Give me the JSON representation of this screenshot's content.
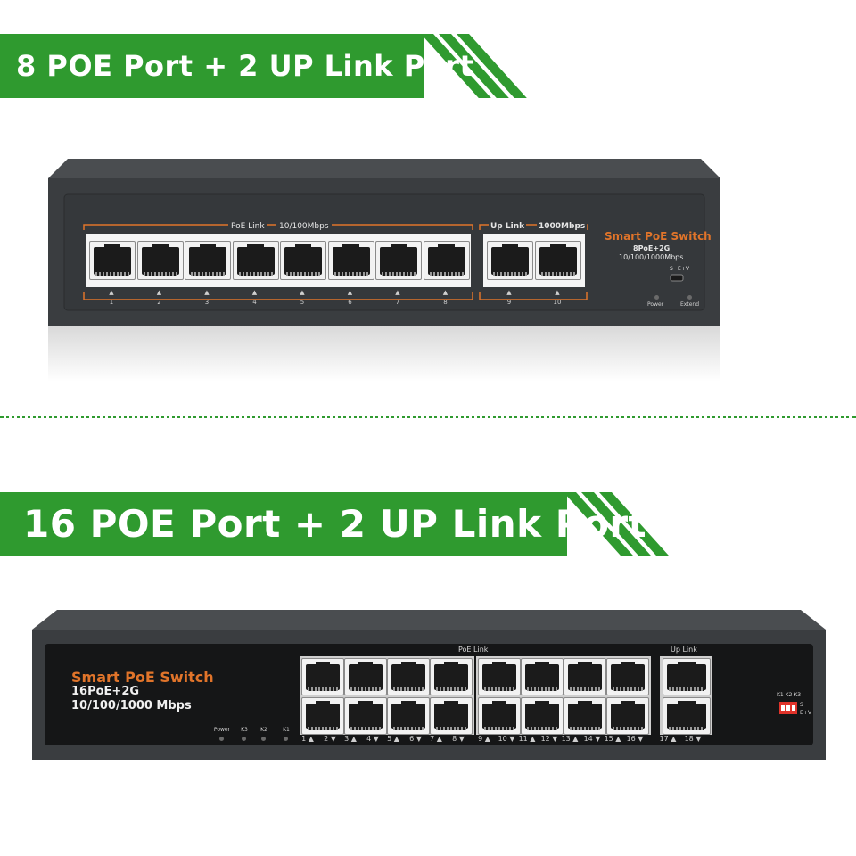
{
  "top_banner": {
    "title": "8 POE Port + 2 UP Link Port"
  },
  "bottom_banner": {
    "title": "16 POE Port + 2 UP Link Port"
  },
  "switch8": {
    "group_poe_label": "PoE Link",
    "group_poe_speed": "10/100Mbps",
    "group_up_label": "Up Link",
    "group_up_speed": "1000Mbps",
    "brand": "Smart PoE Switch",
    "model": "8PoE+2G",
    "speed": "10/100/1000Mbps",
    "switch_s": "S",
    "switch_ev": "E+V",
    "power_label": "Power",
    "extend_label": "Extend",
    "port_labels": [
      "1",
      "2",
      "3",
      "4",
      "5",
      "6",
      "7",
      "8",
      "9",
      "10"
    ]
  },
  "switch16": {
    "brand": "Smart PoE Switch",
    "model": "16PoE+2G",
    "speed": "10/100/1000 Mbps",
    "group_poe_label": "PoE Link",
    "group_up_label": "Up Link",
    "led_labels": [
      "Power",
      "K3",
      "K2",
      "K1"
    ],
    "dip_labels": "K1 K2 K3",
    "dip_s": "S",
    "dip_ev": "E+V",
    "port_labels": [
      "1",
      "2",
      "3",
      "4",
      "5",
      "6",
      "7",
      "8",
      "9",
      "10",
      "11",
      "12",
      "13",
      "14",
      "15",
      "16",
      "17",
      "18"
    ]
  },
  "colors": {
    "banner_green": "#2f9a2f",
    "accent_orange": "#e0742a",
    "chassis": "#3a3d40"
  }
}
